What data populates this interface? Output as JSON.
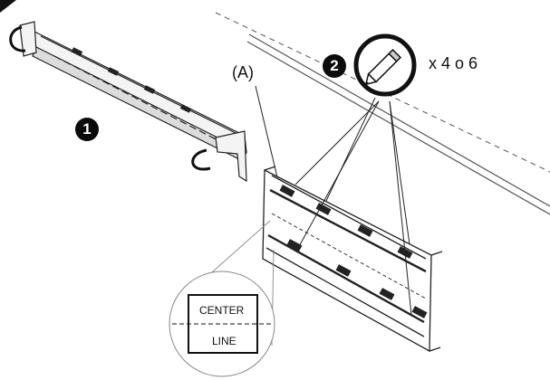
{
  "labels": {
    "part_a": "(A)",
    "quantity": "x 4 o 6",
    "detail_top": "CENTER",
    "detail_bottom": "LINE"
  },
  "steps": [
    {
      "number": "1"
    },
    {
      "number": "2"
    }
  ],
  "icons": {
    "marker": "pencil-icon"
  },
  "colors": {
    "ink": "#111111",
    "badge": "#0b0b0b",
    "paper": "#ffffff"
  }
}
